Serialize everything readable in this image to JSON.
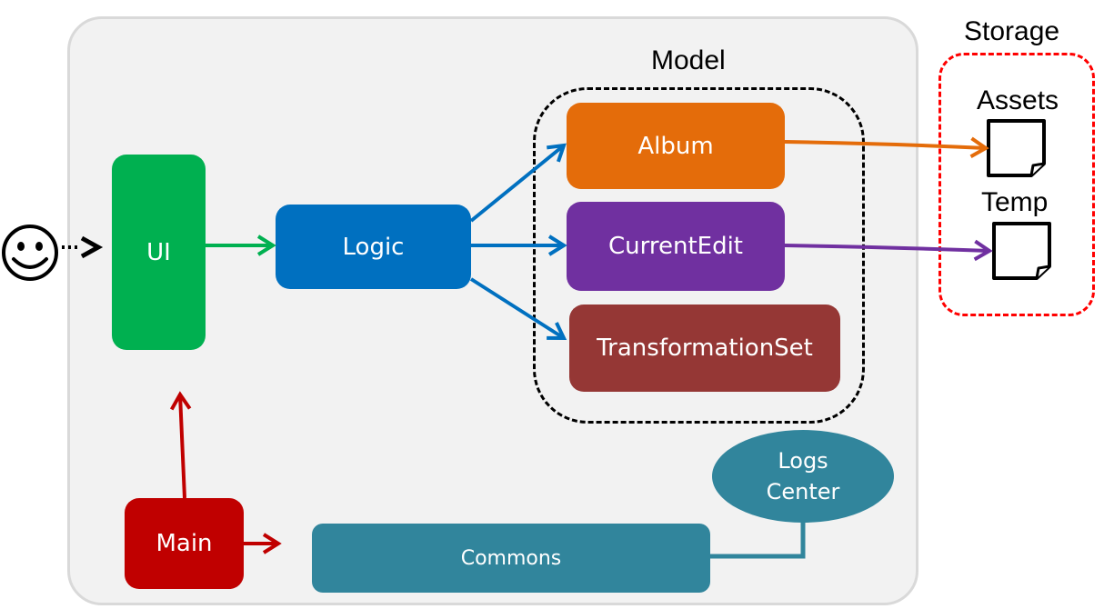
{
  "components": {
    "ui": "UI",
    "logic": "Logic",
    "album": "Album",
    "current_edit": "CurrentEdit",
    "transformation_set": "TransformationSet",
    "main": "Main",
    "commons": "Commons",
    "logs_center_line1": "Logs",
    "logs_center_line2": "Center"
  },
  "regions": {
    "model": "Model",
    "storage": "Storage"
  },
  "storage_items": {
    "assets": "Assets",
    "temp": "Temp"
  },
  "colors": {
    "ui": "#00b050",
    "logic": "#0070c0",
    "album": "#e46c0a",
    "current_edit": "#7030a0",
    "transformation_set": "#953735",
    "main": "#c00000",
    "commons": "#31859c",
    "model_border": "#000000",
    "storage_border": "#ff0000"
  },
  "icons": {
    "user": "smiley-icon",
    "file": "document-icon"
  }
}
